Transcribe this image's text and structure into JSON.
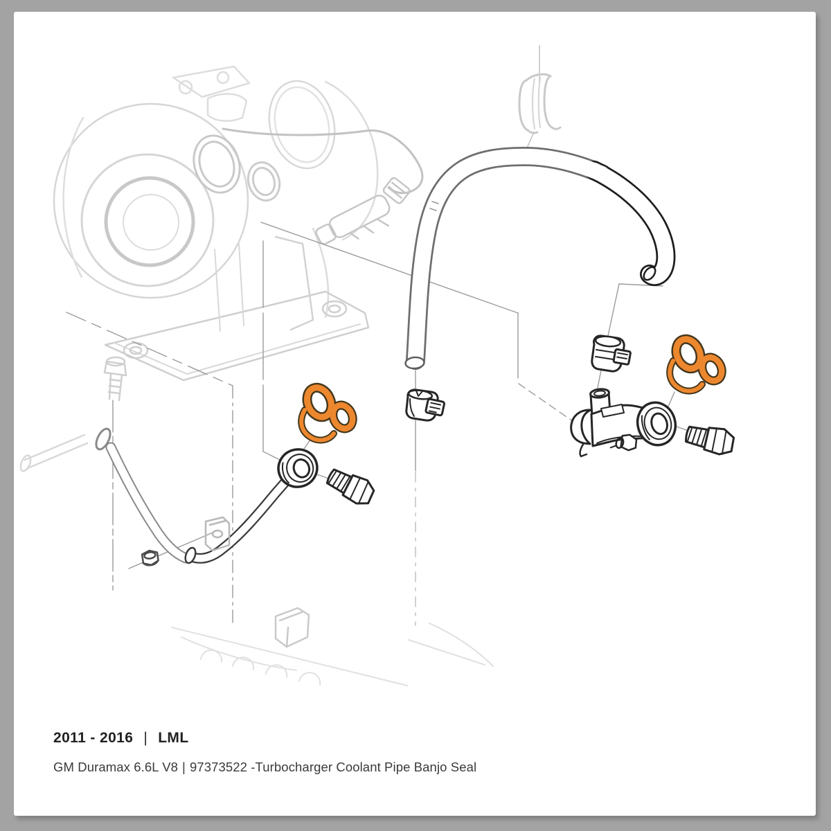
{
  "page": {
    "frame_color": "#a3a3a3",
    "card_color": "#ffffff"
  },
  "diagram": {
    "type": "exploded-parts-illustration",
    "highlight_color": "#ed872e",
    "highlighted_part": "banjo-seal-pair",
    "highlighted_instances": 2,
    "pictured_components": [
      "turbocharger-faded-reference",
      "coolant-hose",
      "hose-retainer-clip",
      "hose-clamp-left",
      "hose-clamp-right",
      "coolant-pipe-left-with-banjo-eye",
      "coolant-pipe-right-with-banjo-eye",
      "banjo-bolt-left",
      "banjo-bolt-right",
      "banjo-seal-pair-left-highlighted",
      "banjo-seal-pair-right-highlighted",
      "mounting-nut",
      "mounting-bolt-faded"
    ]
  },
  "footer": {
    "line1": {
      "year_range": "2011 - 2016",
      "divider": "|",
      "engine_code": "LML"
    },
    "line2": {
      "engine_name": "GM Duramax 6.6L V8",
      "divider": "|",
      "part_text": "97373522 -Turbocharger Coolant Pipe Banjo Seal"
    }
  }
}
